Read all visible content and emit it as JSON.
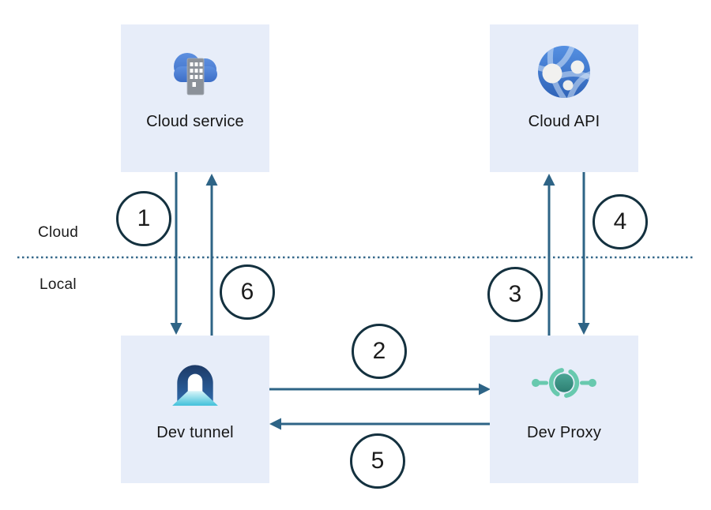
{
  "diagram": {
    "zones": {
      "top_label": "Cloud",
      "bottom_label": "Local"
    },
    "nodes": [
      {
        "id": "cloud-service",
        "label": "Cloud service",
        "icon": "cloud-building-icon"
      },
      {
        "id": "cloud-api",
        "label": "Cloud API",
        "icon": "globe-network-icon"
      },
      {
        "id": "dev-tunnel",
        "label": "Dev tunnel",
        "icon": "tunnel-icon"
      },
      {
        "id": "dev-proxy",
        "label": "Dev Proxy",
        "icon": "proxy-target-icon"
      }
    ],
    "steps": [
      {
        "number": "1",
        "from": "cloud-service",
        "to": "dev-tunnel"
      },
      {
        "number": "2",
        "from": "dev-tunnel",
        "to": "dev-proxy"
      },
      {
        "number": "3",
        "from": "dev-proxy",
        "to": "cloud-api"
      },
      {
        "number": "4",
        "from": "cloud-api",
        "to": "dev-proxy"
      },
      {
        "number": "5",
        "from": "dev-proxy",
        "to": "dev-tunnel"
      },
      {
        "number": "6",
        "from": "dev-tunnel",
        "to": "cloud-service"
      }
    ],
    "colors": {
      "node_fill": "#e7edf9",
      "arrow": "#2e6486",
      "badge_border": "#14313f",
      "divider_dotted": "#35688a",
      "cloud_blue": "#4079cf",
      "tunnel_navy": "#1e3c69",
      "tunnel_cyan": "#43bfdb",
      "proxy_mint": "#68c9ae",
      "proxy_teal": "#35897c",
      "text": "#161616"
    }
  }
}
